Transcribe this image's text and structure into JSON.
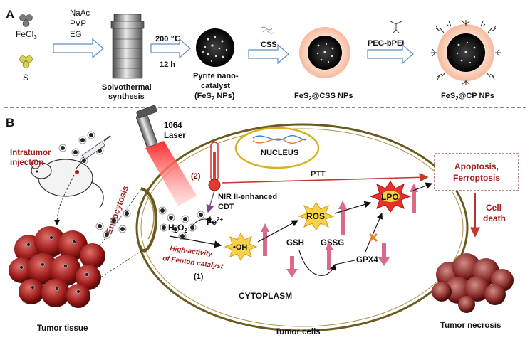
{
  "panel_a": {
    "label": "A",
    "reagents": {
      "fecl3": "FeCl",
      "fecl3_sub": "3",
      "s": "S"
    },
    "solvents": [
      "NaAc",
      "PVP",
      "EG"
    ],
    "autoclave_caption_1": "Solvothermal",
    "autoclave_caption_2": "synthesis",
    "temp": "200 ℃",
    "time": "12 h",
    "pyrite_caption_1": "Pyrite nano-",
    "pyrite_caption_2": "catalyst",
    "pyrite_caption_3a": "(FeS",
    "pyrite_caption_3_sub": "2",
    "pyrite_caption_3b": " NPs)",
    "css_label": "CSS",
    "css_np_a": "FeS",
    "css_np_sub": "2",
    "css_np_b": "@CSS NPs",
    "peg_label": "PEG-bPEI",
    "cp_np_a": "FeS",
    "cp_np_sub": "2",
    "cp_np_b": "@CP NPs"
  },
  "panel_b": {
    "label": "B",
    "laser_1": "1064",
    "laser_2": "Laser",
    "injection_1": "Intratumor",
    "injection_2": "injection",
    "endocytosis": "Endocytosis",
    "tumor_tissue": "Tumor tissue",
    "tumor_cells": "Tumor cells",
    "nucleus": "NUCLEUS",
    "cytoplasm": "CYTOPLASM",
    "step2": "(2)",
    "step1": "(1)",
    "ptt": "PTT",
    "nir_1": "NIR II-enhanced",
    "nir_2": "CDT",
    "h2o2_a": "H",
    "h2o2_s1": "2",
    "h2o2_b": "O",
    "h2o2_s2": "2",
    "fe_a": "Fe",
    "fe_sup": "2+",
    "fenton_1": "High-activity",
    "fenton_2": "of Fenton catalyst",
    "oh": "•OH",
    "ros": "ROS",
    "lpo": "LPO",
    "gsh": "GSH",
    "gssg": "GSSG",
    "gpx4": "GPX4",
    "apoptosis_1": "Apoptosis,",
    "apoptosis_2": "Ferroptosis",
    "cell_death_1": "Cell",
    "cell_death_2": "death",
    "tumor_necrosis": "Tumor necrosis"
  },
  "colors": {
    "accent_red": "#a3201f",
    "arrow_blue": "#5a8fc4",
    "cell_outline": "#6b5a1e",
    "pink_arrow": "#d96a8a",
    "laser_red": "#e5322f"
  }
}
